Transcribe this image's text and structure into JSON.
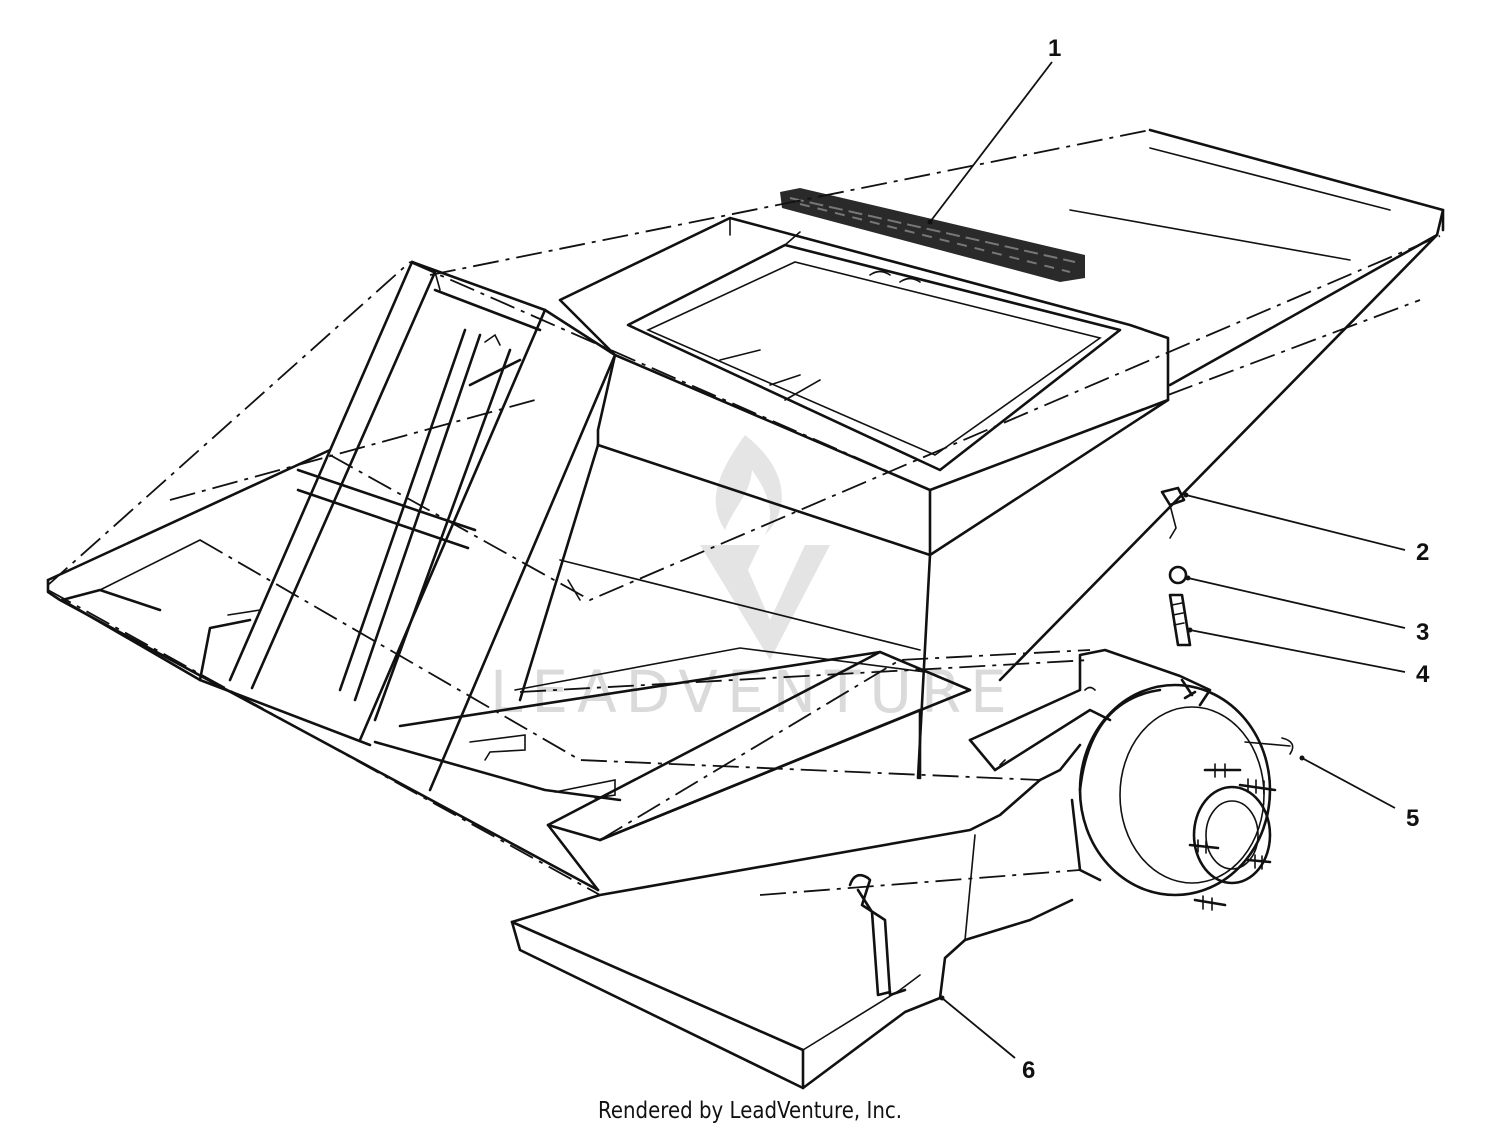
{
  "callouts": [
    {
      "id": "1",
      "label": "1"
    },
    {
      "id": "2",
      "label": "2"
    },
    {
      "id": "3",
      "label": "3"
    },
    {
      "id": "4",
      "label": "4"
    },
    {
      "id": "5",
      "label": "5"
    },
    {
      "id": "6",
      "label": "6"
    }
  ],
  "watermark": {
    "text": "LEADVENTURE"
  },
  "footer": {
    "text": "Rendered by LeadVenture, Inc."
  },
  "colors": {
    "line": "#111111",
    "background": "#ffffff",
    "watermark": "#d6d6d6"
  }
}
